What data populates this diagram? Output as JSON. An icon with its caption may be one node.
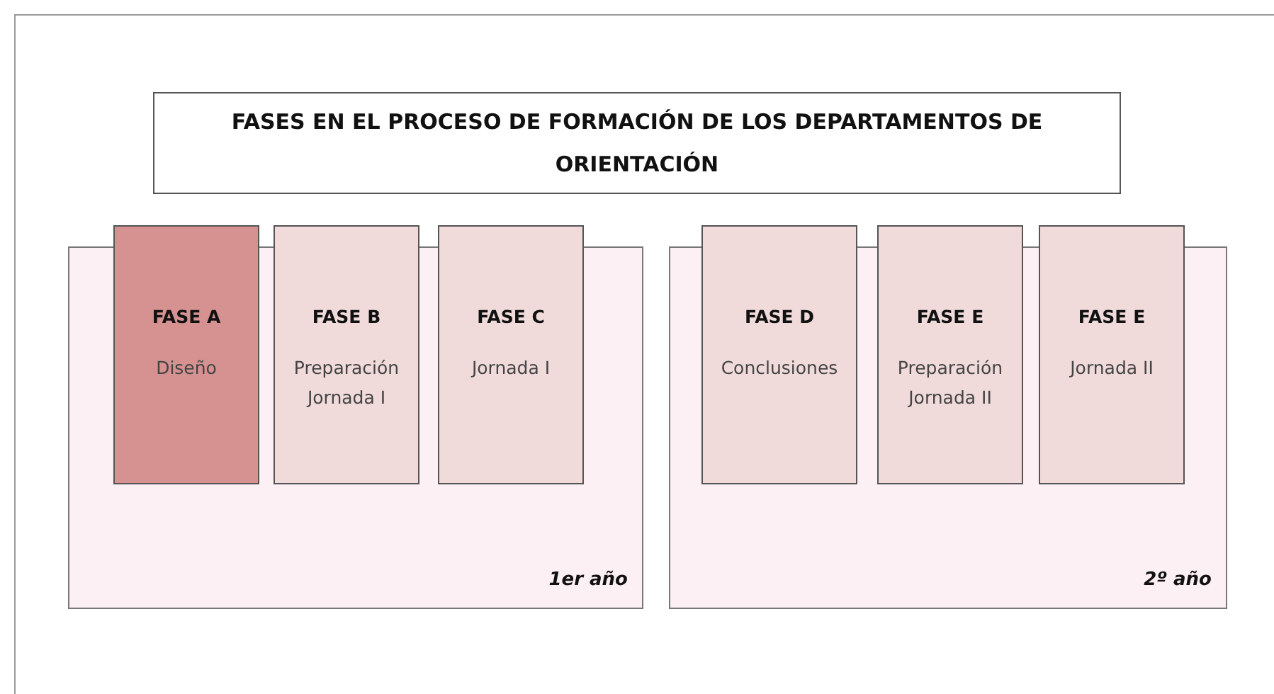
{
  "diagram": {
    "nodes": [
      {
        "text": [
          "FASES EN EL PROCESO DE FORMACIÓN DE LOS DEPARTAMENTOS DE ORIENTACIÓN"
        ]
      },
      {
        "text": [
          "1er año"
        ]
      },
      {
        "text": [
          "FASE A",
          "Diseño"
        ]
      },
      {
        "text": [
          "FASE B",
          "Preparación Jornada I"
        ]
      },
      {
        "text": [
          "FASE C",
          "Jornada I"
        ]
      },
      {
        "text": [
          "2º año"
        ]
      },
      {
        "text": [
          "FASE D",
          "Conclusiones"
        ]
      },
      {
        "text": [
          "FASE E",
          "Preparación Jornada II"
        ]
      },
      {
        "text": [
          "FASE E",
          "Jornada II"
        ]
      }
    ]
  }
}
